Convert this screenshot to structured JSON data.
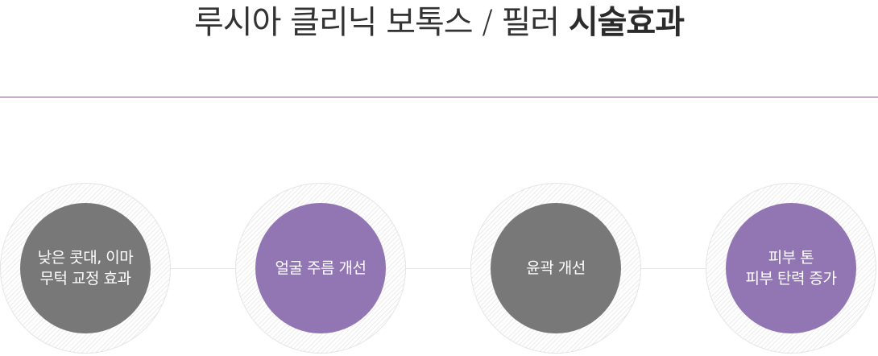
{
  "header": {
    "title_light": "루시아 클리닉 보톡스 / 필러 ",
    "title_bold": "시술효과"
  },
  "colors": {
    "gray_circle": "#787878",
    "purple_circle": "#9275b3",
    "divider": "#7d5c82"
  },
  "effects": [
    {
      "line1": "낮은 콧대, 이마",
      "line2": "무턱 교정 효과"
    },
    {
      "line1": "얼굴 주름 개선",
      "line2": ""
    },
    {
      "line1": "윤곽 개선",
      "line2": ""
    },
    {
      "line1": "피부 톤",
      "line2": "피부 탄력 증가"
    }
  ]
}
